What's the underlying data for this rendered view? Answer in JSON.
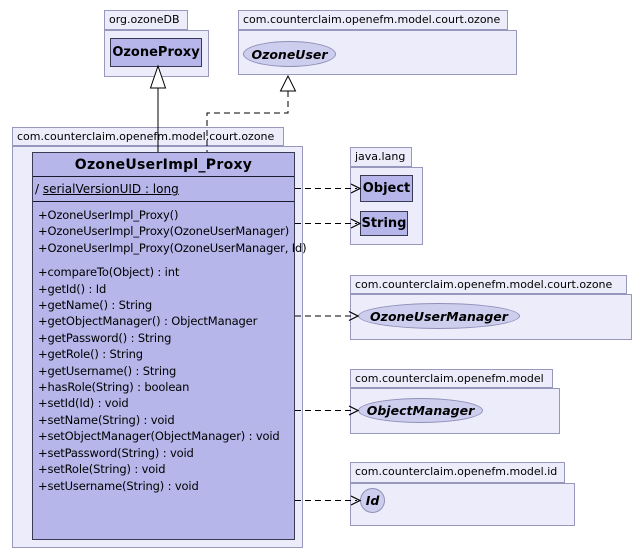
{
  "diagram_type": "uml-class-diagram",
  "packages": {
    "ozonedb": {
      "label": "org.ozoneDB",
      "class_label": "OzoneProxy"
    },
    "top_right": {
      "label": "com.counterclaim.openefm.model.court.ozone",
      "interface_label": "OzoneUser"
    },
    "main": {
      "label": "com.counterclaim.openefm.model.court.ozone"
    },
    "java_lang": {
      "label": "java.lang",
      "classes": [
        "Object",
        "String"
      ]
    },
    "manager": {
      "label": "com.counterclaim.openefm.model.court.ozone",
      "interface_label": "OzoneUserManager"
    },
    "model": {
      "label": "com.counterclaim.openefm.model",
      "interface_label": "ObjectManager"
    },
    "model_id": {
      "label": "com.counterclaim.openefm.model.id",
      "interface_label": "Id"
    }
  },
  "main_class": {
    "name": "OzoneUserImpl_Proxy",
    "attribute_prefix": "/ ",
    "attribute_text": "serialVersionUID : long",
    "constructors": [
      "+OzoneUserImpl_Proxy()",
      "+OzoneUserImpl_Proxy(OzoneUserManager)",
      "+OzoneUserImpl_Proxy(OzoneUserManager, Id)"
    ],
    "operations": [
      "+compareTo(Object) : int",
      "+getId() : Id",
      "+getName() : String",
      "+getObjectManager() : ObjectManager",
      "+getPassword() : String",
      "+getRole() : String",
      "+getUsername() : String",
      "+hasRole(String) : boolean",
      "+setId(Id) : void",
      "+setName(String) : void",
      "+setObjectManager(ObjectManager) : void",
      "+setPassword(String) : void",
      "+setRole(String) : void",
      "+setUsername(String) : void"
    ]
  },
  "relationships": [
    {
      "type": "generalization",
      "from": "OzoneUserImpl_Proxy",
      "to": "OzoneProxy",
      "line": "solid",
      "head": "hollow-triangle"
    },
    {
      "type": "realization",
      "from": "OzoneUserImpl_Proxy",
      "to": "OzoneUser",
      "line": "dashed",
      "head": "hollow-triangle"
    },
    {
      "type": "dependency",
      "from": "OzoneUserImpl_Proxy",
      "to": "Object",
      "line": "dashed",
      "head": "open-arrow"
    },
    {
      "type": "dependency",
      "from": "OzoneUserImpl_Proxy",
      "to": "String",
      "line": "dashed",
      "head": "open-arrow"
    },
    {
      "type": "dependency",
      "from": "OzoneUserImpl_Proxy",
      "to": "OzoneUserManager",
      "line": "dashed",
      "head": "open-arrow"
    },
    {
      "type": "dependency",
      "from": "OzoneUserImpl_Proxy",
      "to": "ObjectManager",
      "line": "dashed",
      "head": "open-arrow"
    },
    {
      "type": "dependency",
      "from": "OzoneUserImpl_Proxy",
      "to": "Id",
      "line": "dashed",
      "head": "open-arrow"
    }
  ],
  "colors": {
    "background": "#ffffff",
    "package_fill": "#ececfb",
    "package_border": "#9898bc",
    "class_fill": "#b6b6ea",
    "class_border": "#3a3a55",
    "interface_fill": "#cdcdee",
    "interface_border": "#9090b8",
    "line": "#000000",
    "text": "#000000"
  }
}
